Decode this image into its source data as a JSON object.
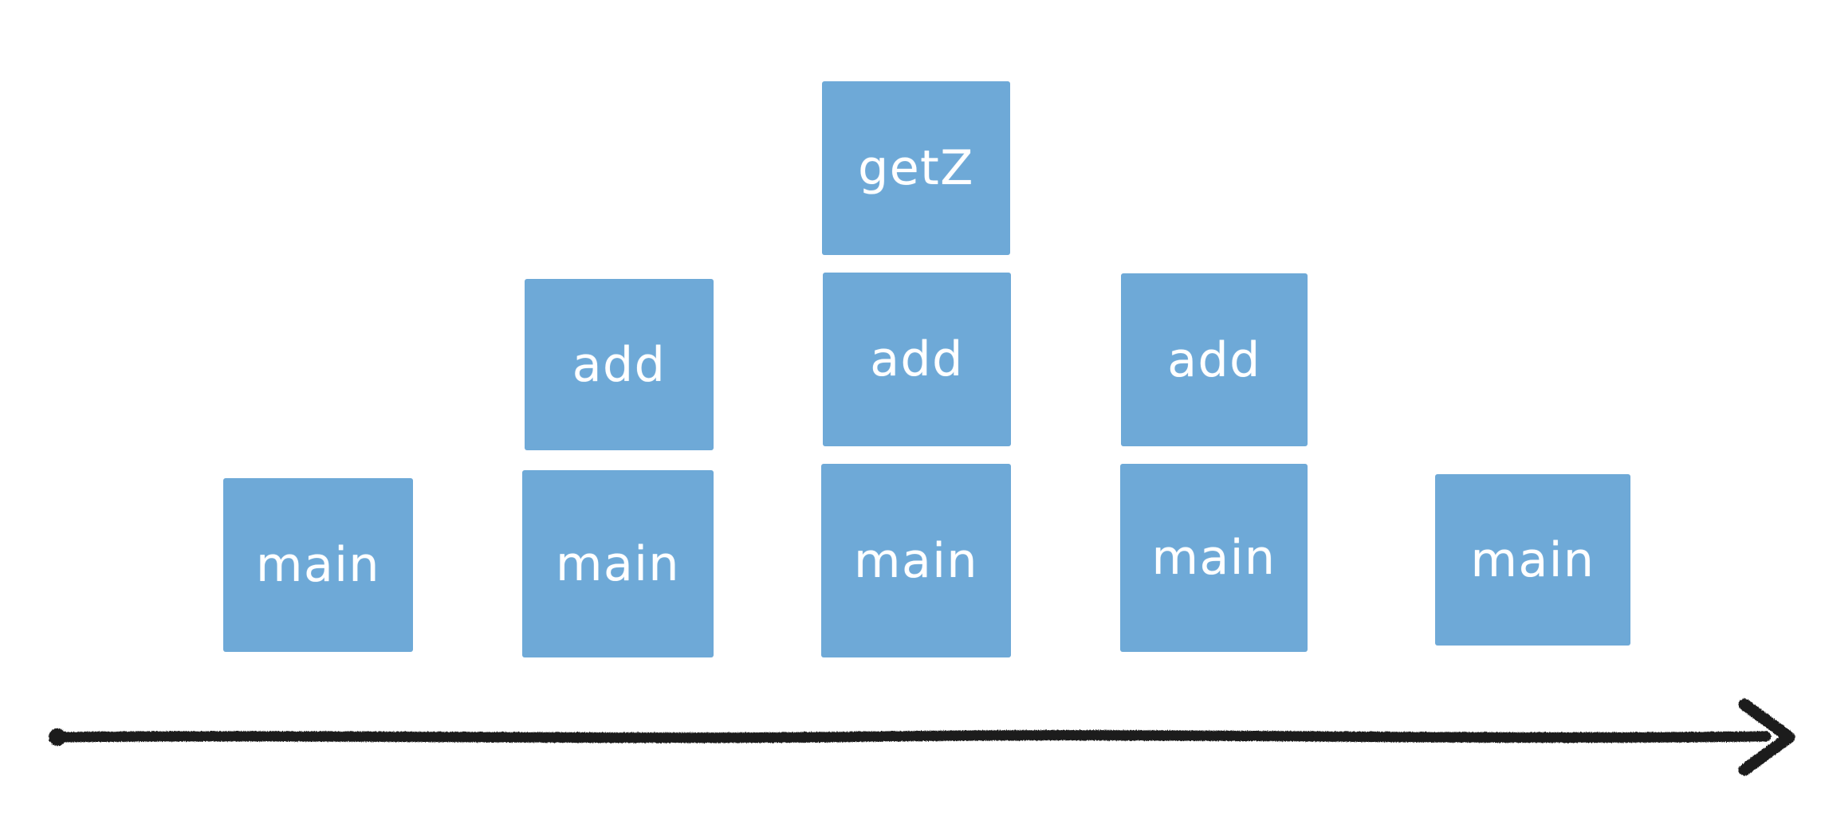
{
  "diagram": {
    "type": "flame-graph-call-stack",
    "background_color": "#ffffff",
    "block_color": "#6ea9d7",
    "label_color": "#ffffff",
    "axis_color": "#1b1b1b",
    "columns": [
      {
        "index": 1,
        "frames": [
          {
            "label": "main",
            "depth": 0
          }
        ]
      },
      {
        "index": 2,
        "frames": [
          {
            "label": "main",
            "depth": 0
          },
          {
            "label": "add",
            "depth": 1
          }
        ]
      },
      {
        "index": 3,
        "frames": [
          {
            "label": "main",
            "depth": 0
          },
          {
            "label": "add",
            "depth": 1
          },
          {
            "label": "getZ",
            "depth": 2
          }
        ]
      },
      {
        "index": 4,
        "frames": [
          {
            "label": "main",
            "depth": 0
          },
          {
            "label": "add",
            "depth": 1
          }
        ]
      },
      {
        "index": 5,
        "frames": [
          {
            "label": "main",
            "depth": 0
          }
        ]
      }
    ],
    "axis": {
      "name": "time-axis",
      "orientation": "horizontal",
      "direction": "left-to-right",
      "has_arrowhead_right": true,
      "has_dot_left": true,
      "label": ""
    }
  }
}
